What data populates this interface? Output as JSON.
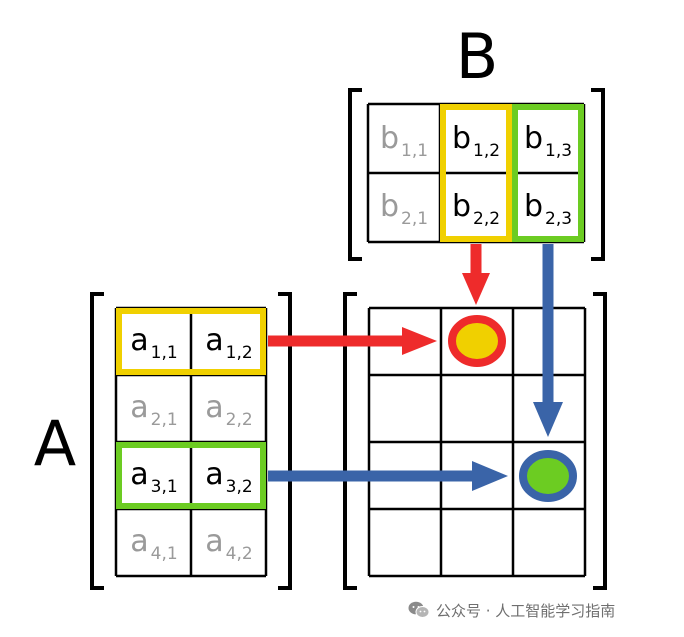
{
  "labels": {
    "matrix_a": "A",
    "matrix_b": "B"
  },
  "matrix_a": [
    [
      {
        "base": "a",
        "sub": "1,1",
        "highlight": "yellow"
      },
      {
        "base": "a",
        "sub": "1,2",
        "highlight": "yellow"
      }
    ],
    [
      {
        "base": "a",
        "sub": "2,1",
        "highlight": null
      },
      {
        "base": "a",
        "sub": "2,2",
        "highlight": null
      }
    ],
    [
      {
        "base": "a",
        "sub": "3,1",
        "highlight": "green"
      },
      {
        "base": "a",
        "sub": "3,2",
        "highlight": "green"
      }
    ],
    [
      {
        "base": "a",
        "sub": "4,1",
        "highlight": null
      },
      {
        "base": "a",
        "sub": "4,2",
        "highlight": null
      }
    ]
  ],
  "matrix_b": [
    [
      {
        "base": "b",
        "sub": "1,1",
        "highlight": null
      },
      {
        "base": "b",
        "sub": "1,2",
        "highlight": "yellow"
      },
      {
        "base": "b",
        "sub": "1,3",
        "highlight": "green"
      }
    ],
    [
      {
        "base": "b",
        "sub": "2,1",
        "highlight": null
      },
      {
        "base": "b",
        "sub": "2,2",
        "highlight": "yellow"
      },
      {
        "base": "b",
        "sub": "2,3",
        "highlight": "green"
      }
    ]
  ],
  "result": {
    "rows": 4,
    "cols": 3,
    "markers": [
      {
        "row": 1,
        "col": 2,
        "fill": "yellow",
        "ring": "red"
      },
      {
        "row": 3,
        "col": 3,
        "fill": "green",
        "ring": "blue"
      }
    ]
  },
  "arrows": [
    {
      "from": "a-row-1",
      "to": "result-1-2",
      "color": "red"
    },
    {
      "from": "b-col-2",
      "to": "result-1-2",
      "color": "red"
    },
    {
      "from": "a-row-3",
      "to": "result-3-3",
      "color": "blue"
    },
    {
      "from": "b-col-3",
      "to": "result-3-3",
      "color": "blue"
    }
  ],
  "colors": {
    "yellow": "#f0d000",
    "green": "#6ccc22",
    "red": "#ee2b2b",
    "blue": "#3a64a8",
    "active_text": "#000000",
    "inactive_text": "#9a9a9a",
    "grid": "#000000"
  },
  "watermark": {
    "icon": "wechat-icon",
    "text": "公众号 · 人工智能学习指南"
  }
}
